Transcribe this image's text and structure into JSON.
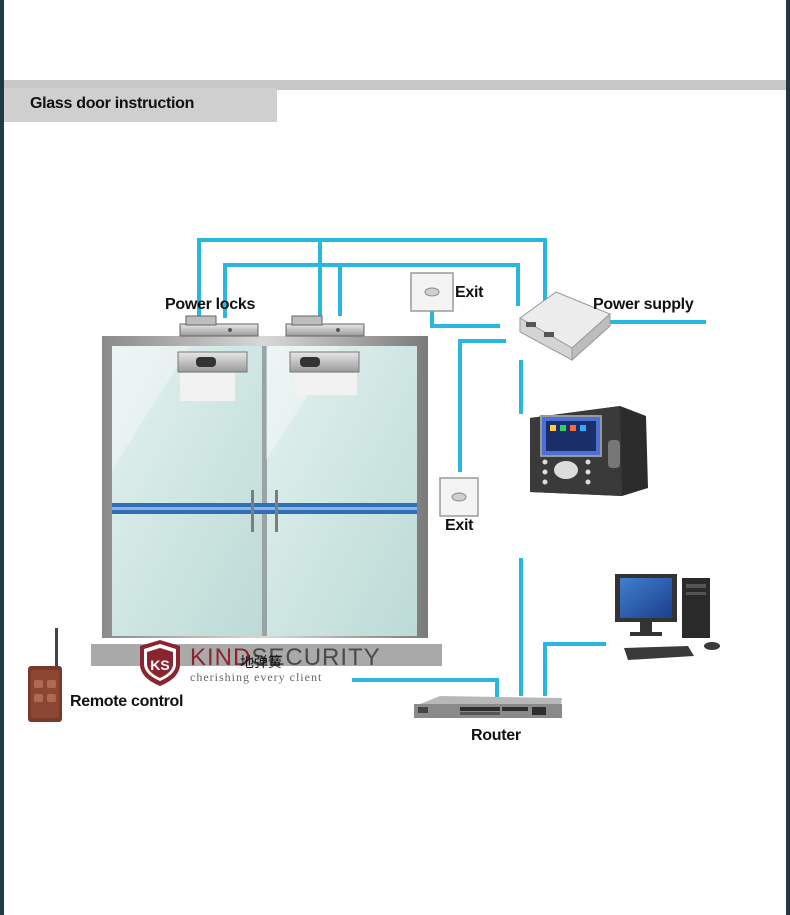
{
  "header": {
    "title": "Glass door instruction"
  },
  "labels": {
    "power_locks": "Power locks",
    "exit_top": "Exit",
    "power_supply": "Power supply",
    "exit_bottom": "Exit",
    "remote_control": "Remote control",
    "router": "Router"
  },
  "brand": {
    "logo_letters": "KS",
    "name_accent": "KIND",
    "name_rest": "SECURITY",
    "chinese": "地弹簧",
    "tagline": "cherishing every client"
  },
  "colors": {
    "wire": "#29b6df",
    "frame": "#1f3a44",
    "brand_red": "#8a2530"
  }
}
